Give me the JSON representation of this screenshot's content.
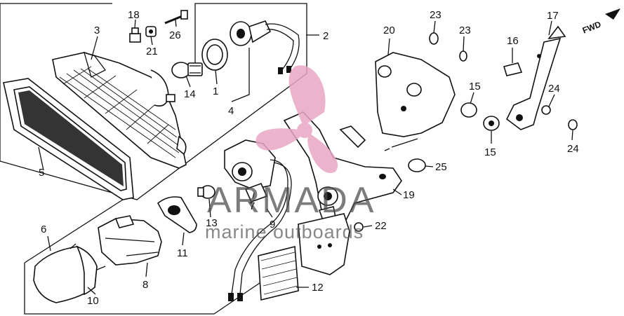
{
  "callouts": [
    {
      "id": "n1",
      "text": "1"
    },
    {
      "id": "n2",
      "text": "2"
    },
    {
      "id": "n3",
      "text": "3"
    },
    {
      "id": "n4",
      "text": "4"
    },
    {
      "id": "n5",
      "text": "5"
    },
    {
      "id": "n6",
      "text": "6"
    },
    {
      "id": "n7",
      "text": "7"
    },
    {
      "id": "n8",
      "text": "8"
    },
    {
      "id": "n9",
      "text": "9"
    },
    {
      "id": "n10",
      "text": "10"
    },
    {
      "id": "n11",
      "text": "11"
    },
    {
      "id": "n12",
      "text": "12"
    },
    {
      "id": "n13",
      "text": "13"
    },
    {
      "id": "n14",
      "text": "14"
    },
    {
      "id": "n15a",
      "text": "15"
    },
    {
      "id": "n15b",
      "text": "15"
    },
    {
      "id": "n16",
      "text": "16"
    },
    {
      "id": "n17",
      "text": "17"
    },
    {
      "id": "n18",
      "text": "18"
    },
    {
      "id": "n19",
      "text": "19"
    },
    {
      "id": "n20",
      "text": "20"
    },
    {
      "id": "n21",
      "text": "21"
    },
    {
      "id": "n22",
      "text": "22"
    },
    {
      "id": "n23a",
      "text": "23"
    },
    {
      "id": "n23b",
      "text": "23"
    },
    {
      "id": "n24a",
      "text": "24"
    },
    {
      "id": "n24b",
      "text": "24"
    },
    {
      "id": "n25",
      "text": "25"
    },
    {
      "id": "n26",
      "text": "26"
    }
  ],
  "direction_label": "FWD",
  "watermark": {
    "title": "ARMADA",
    "subtitle": "marine outboards",
    "logo_color": "#e8a6c4",
    "text_color": "#555555"
  },
  "colors": {
    "ink": "#111111",
    "background": "#ffffff"
  }
}
